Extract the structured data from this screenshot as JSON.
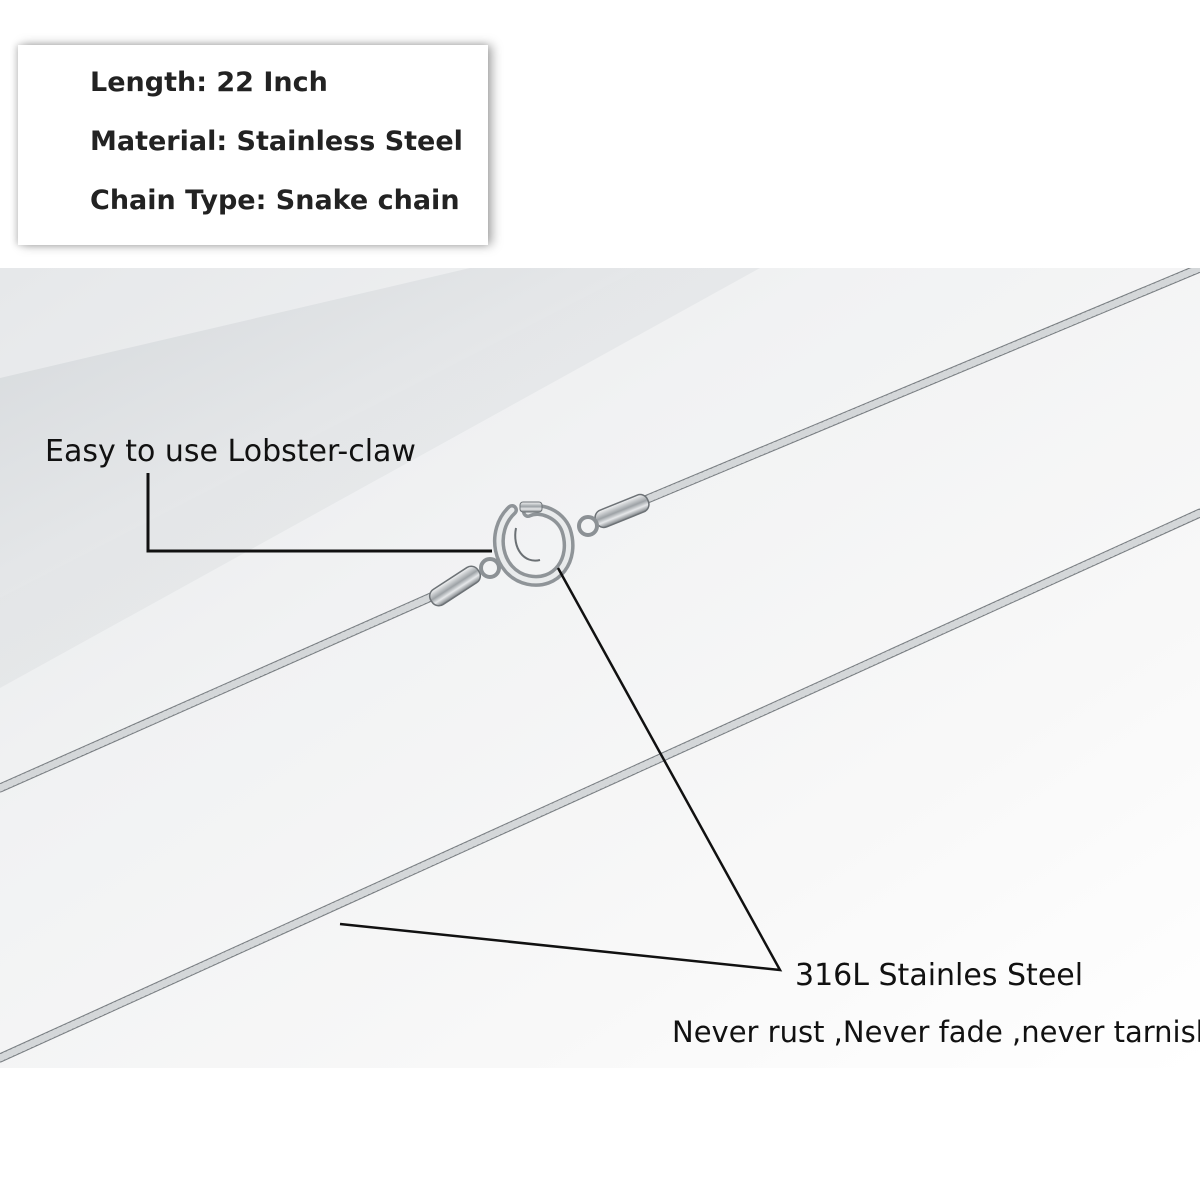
{
  "specs": [
    {
      "text": "Length:  22 Inch"
    },
    {
      "text": "Material: Stainless Steel"
    },
    {
      "text": "Chain Type: Snake chain"
    }
  ],
  "callouts": {
    "clasp": "Easy to use Lobster-claw",
    "material": "316L Stainles Steel",
    "durability": "Never rust ,Never fade ,never tarnish"
  },
  "colors": {
    "background": "#ffffff",
    "steel": "#a8acaf",
    "text": "#111111"
  }
}
